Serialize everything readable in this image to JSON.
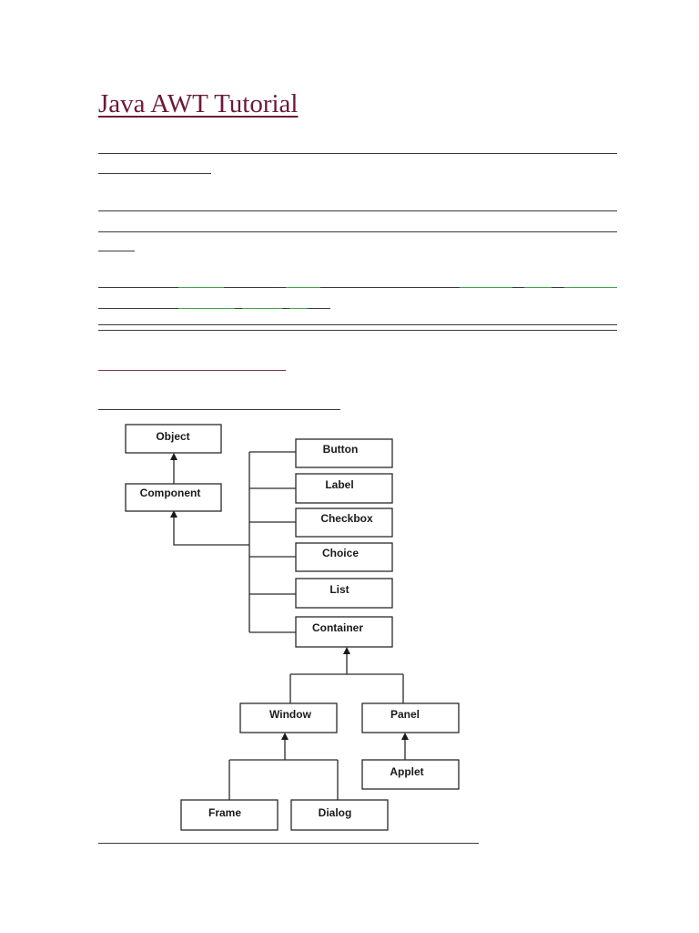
{
  "document": {
    "title": "Java AWT Tutorial"
  },
  "diagram": {
    "nodes": {
      "object": "Object",
      "component": "Component",
      "button": "Button",
      "label": "Label",
      "checkbox": "Checkbox",
      "choice": "Choice",
      "list": "List",
      "container": "Container",
      "window": "Window",
      "panel": "Panel",
      "applet": "Applet",
      "frame": "Frame",
      "dialog": "Dialog"
    }
  }
}
